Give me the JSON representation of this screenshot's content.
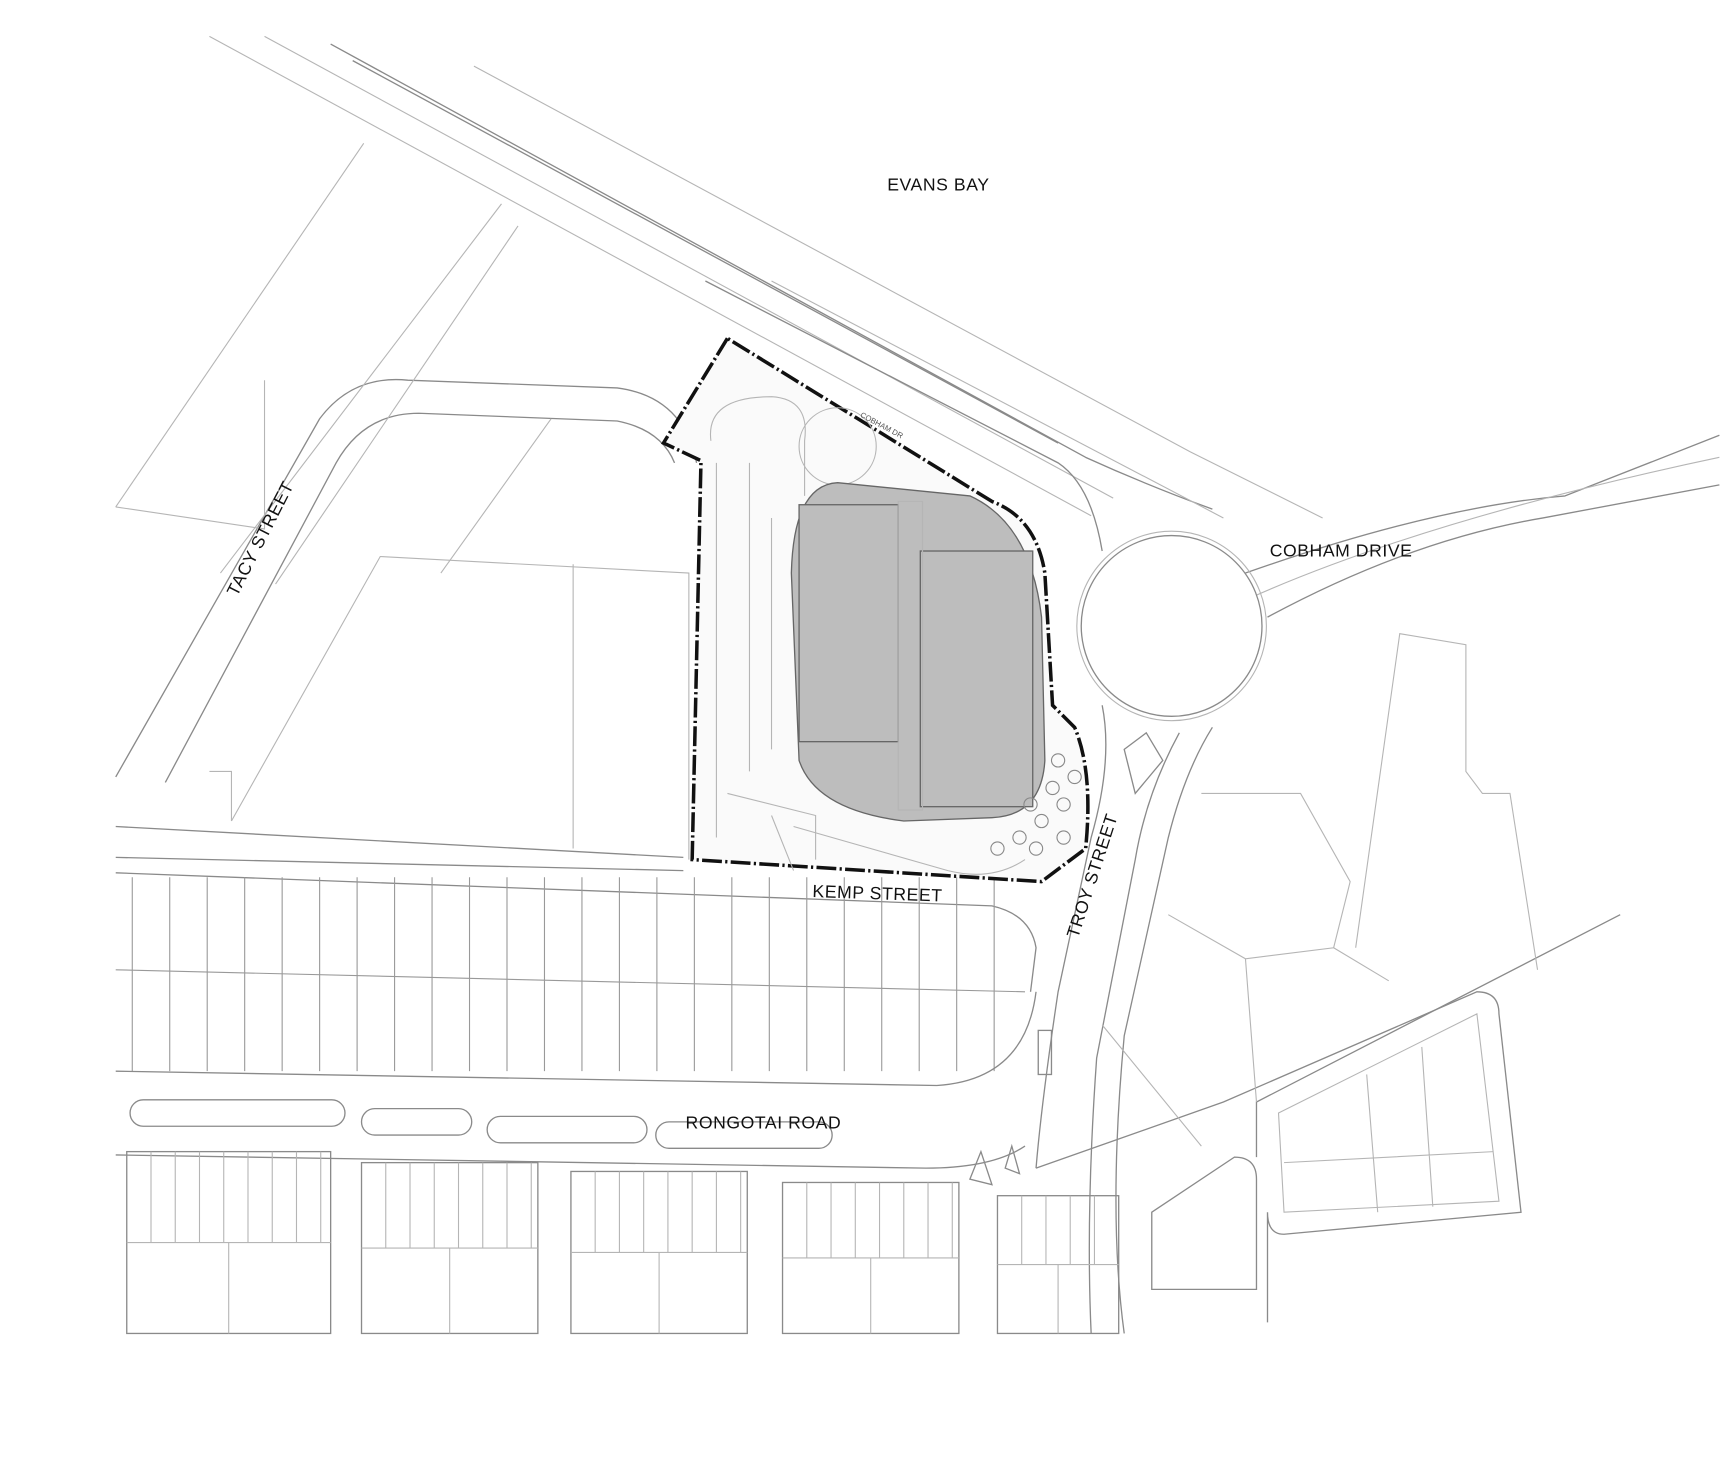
{
  "labels": {
    "evans_bay": "EVANS BAY",
    "cobham_dr_small": "COBHAM DR",
    "cobham_drive": "COBHAM DRIVE",
    "tacy_street": "TACY STREET",
    "kemp_street": "KEMP STREET",
    "troy_street": "TROY STREET",
    "rongotai_road": "RONGOTAI ROAD"
  },
  "colors": {
    "site_boundary": "#111111",
    "stadium_fill": "#bdbdbd",
    "linework": "#8a8a8a"
  }
}
